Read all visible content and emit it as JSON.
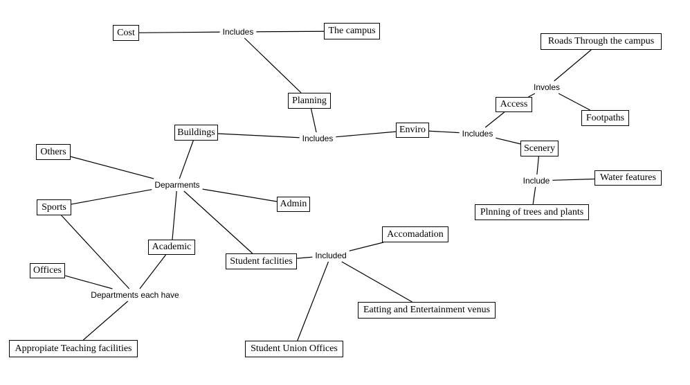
{
  "diagram": {
    "type": "concept-map",
    "colors": {
      "background": "#ffffff",
      "line": "#000000",
      "box_border": "#000000",
      "text": "#000000"
    },
    "concepts": [
      {
        "id": "cost",
        "label": "Cost"
      },
      {
        "id": "the-campus",
        "label": "The campus"
      },
      {
        "id": "planning",
        "label": "Planning"
      },
      {
        "id": "buildings",
        "label": "Buildings"
      },
      {
        "id": "enviro",
        "label": "Enviro"
      },
      {
        "id": "roads",
        "label": "Roads Through the campus"
      },
      {
        "id": "access",
        "label": "Access"
      },
      {
        "id": "footpaths",
        "label": "Footpaths"
      },
      {
        "id": "scenery",
        "label": "Scenery"
      },
      {
        "id": "water-features",
        "label": "Water features"
      },
      {
        "id": "plnning-trees",
        "label": "Plnning of trees and plants"
      },
      {
        "id": "others",
        "label": "Others"
      },
      {
        "id": "sports",
        "label": "Sports"
      },
      {
        "id": "admin",
        "label": "Admin"
      },
      {
        "id": "academic",
        "label": "Academic"
      },
      {
        "id": "student-faclities",
        "label": "Student faclities"
      },
      {
        "id": "offices",
        "label": "Offices"
      },
      {
        "id": "appropiate-teaching",
        "label": "Appropiate Teaching facilities"
      },
      {
        "id": "accomadation",
        "label": "Accomadation"
      },
      {
        "id": "eatting",
        "label": "Eatting and Entertainment venus"
      },
      {
        "id": "student-union",
        "label": "Student Union Offices"
      }
    ],
    "linkers": [
      {
        "id": "includes-top",
        "label": "Includes"
      },
      {
        "id": "includes-center",
        "label": "Includes"
      },
      {
        "id": "includes-right",
        "label": "Includes"
      },
      {
        "id": "involes",
        "label": "Involes"
      },
      {
        "id": "include",
        "label": "Include"
      },
      {
        "id": "deparments",
        "label": "Deparments"
      },
      {
        "id": "departments-each-have",
        "label": "Departments each have"
      },
      {
        "id": "included",
        "label": "Included"
      }
    ],
    "connections": [
      {
        "from": "cost",
        "to": "includes-top"
      },
      {
        "from": "includes-top",
        "to": "the-campus"
      },
      {
        "from": "includes-top",
        "to": "planning"
      },
      {
        "from": "planning",
        "to": "includes-center"
      },
      {
        "from": "buildings",
        "to": "includes-center"
      },
      {
        "from": "includes-center",
        "to": "enviro"
      },
      {
        "from": "enviro",
        "to": "includes-right"
      },
      {
        "from": "includes-right",
        "to": "access"
      },
      {
        "from": "includes-right",
        "to": "scenery"
      },
      {
        "from": "access",
        "to": "involes"
      },
      {
        "from": "involes",
        "to": "roads"
      },
      {
        "from": "involes",
        "to": "footpaths"
      },
      {
        "from": "scenery",
        "to": "include"
      },
      {
        "from": "include",
        "to": "water-features"
      },
      {
        "from": "include",
        "to": "plnning-trees"
      },
      {
        "from": "buildings",
        "to": "deparments"
      },
      {
        "from": "deparments",
        "to": "others"
      },
      {
        "from": "deparments",
        "to": "sports"
      },
      {
        "from": "deparments",
        "to": "admin"
      },
      {
        "from": "deparments",
        "to": "academic"
      },
      {
        "from": "deparments",
        "to": "student-faclities"
      },
      {
        "from": "sports",
        "to": "departments-each-have"
      },
      {
        "from": "academic",
        "to": "departments-each-have"
      },
      {
        "from": "departments-each-have",
        "to": "offices"
      },
      {
        "from": "departments-each-have",
        "to": "appropiate-teaching"
      },
      {
        "from": "student-faclities",
        "to": "included"
      },
      {
        "from": "included",
        "to": "accomadation"
      },
      {
        "from": "included",
        "to": "eatting"
      },
      {
        "from": "included",
        "to": "student-union"
      }
    ]
  }
}
